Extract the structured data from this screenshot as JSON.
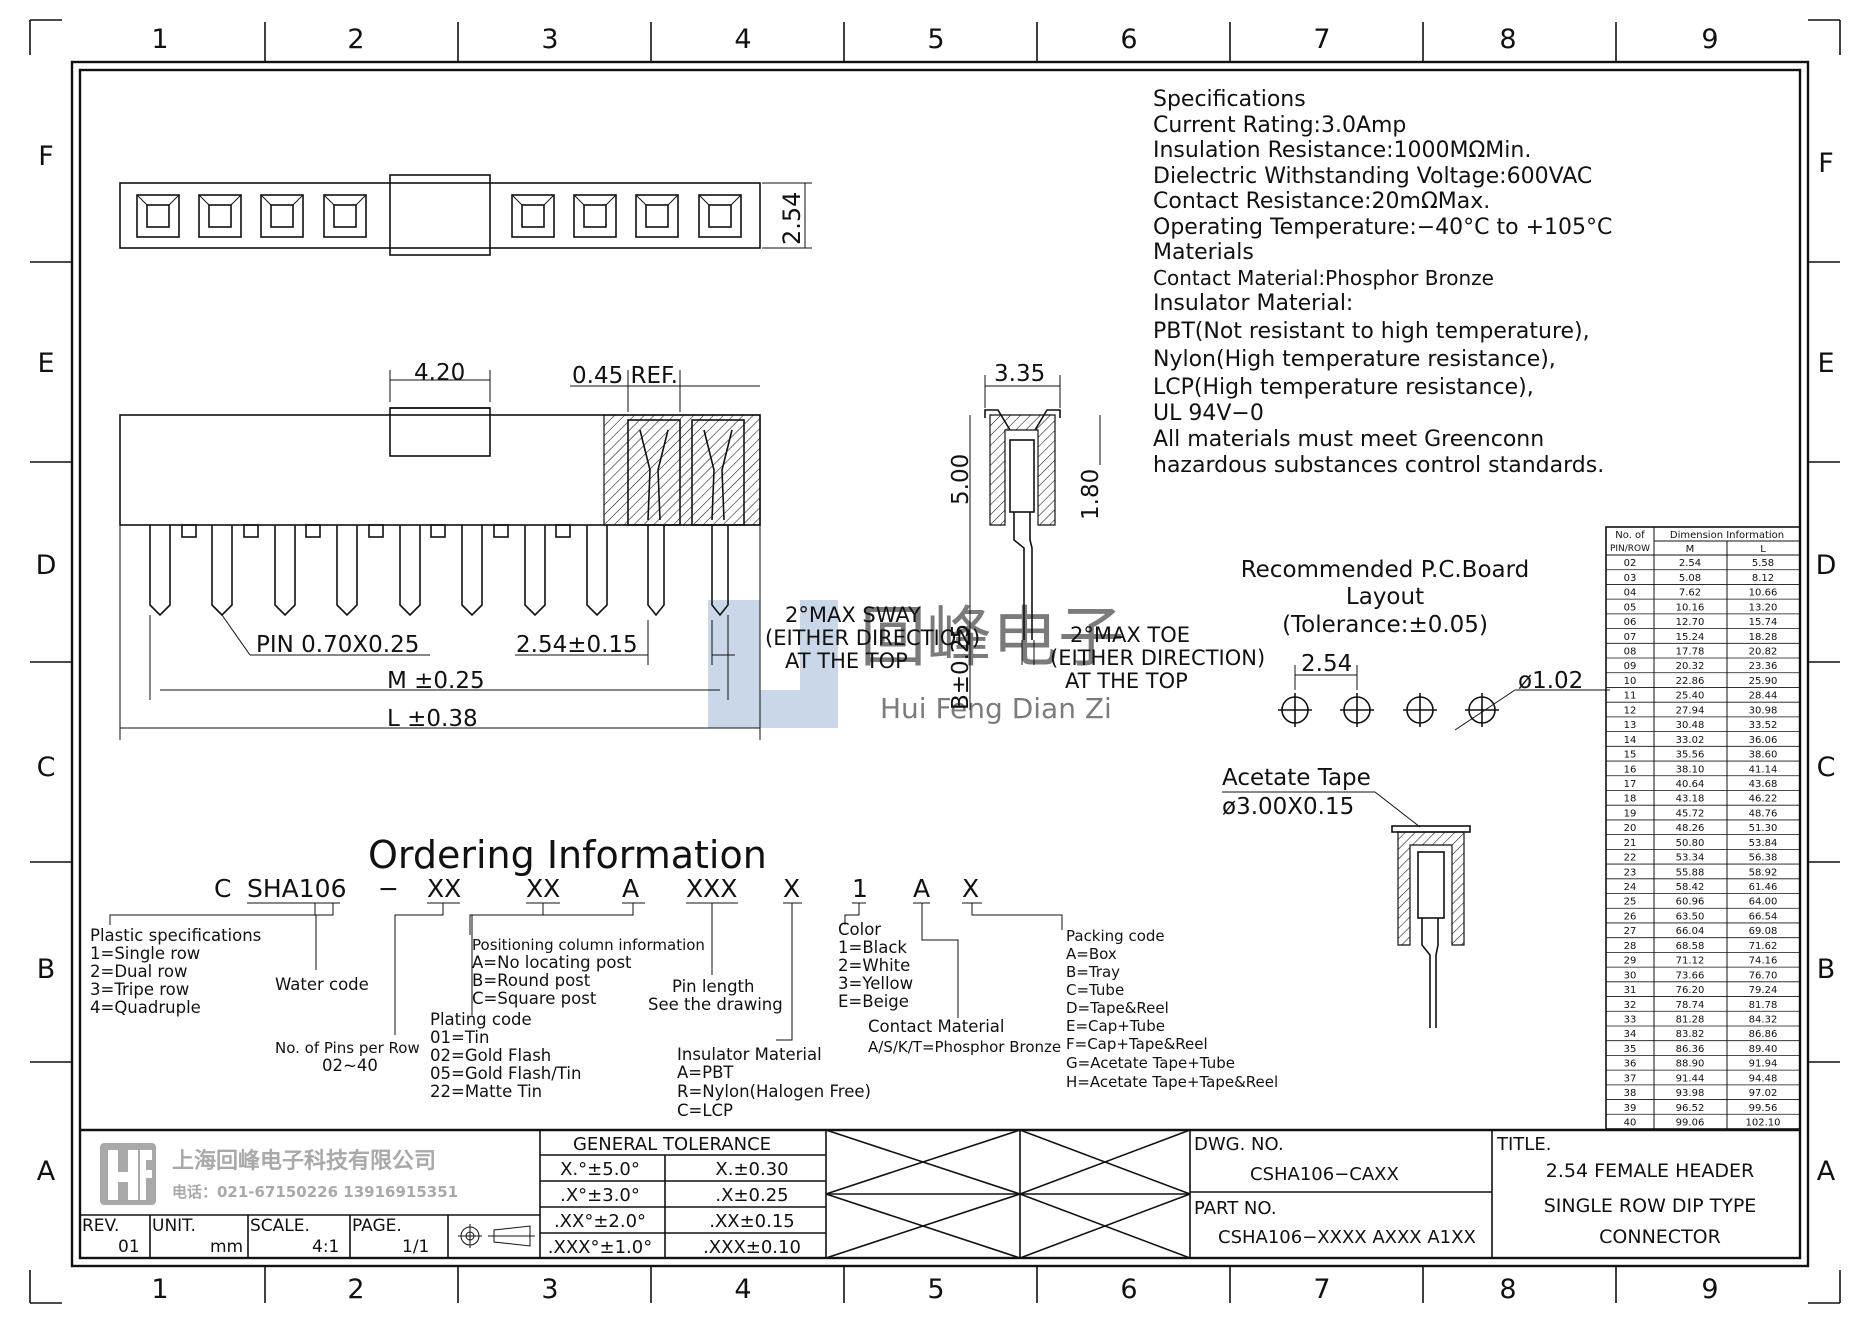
{
  "grid": {
    "columns": [
      "1",
      "2",
      "3",
      "4",
      "5",
      "6",
      "7",
      "8",
      "9"
    ],
    "rows": [
      "F",
      "E",
      "D",
      "C",
      "B",
      "A"
    ]
  },
  "specifications": [
    "Specifications",
    "Current  Rating:3.0Amp",
    "Insulation  Resistance:1000MΩMin.",
    "Dielectric  Withstanding  Voltage:600VAC",
    "Contact  Resistance:20mΩMax.",
    "Operating  Temperature:−40°C  to  +105°C",
    "Materials",
    "Contact  Material:Phosphor  Bronze",
    "Insulator  Material:",
    "PBT(Not  resistant  to  high  temperature),",
    "Nylon(High  temperature  resistance),",
    "LCP(High  temperature  resistance),",
    "UL  94V−0",
    "All  materials  must  meet  Greenconn",
    "hazardous  substances  control  standards."
  ],
  "dims": {
    "pitch_top": "2.54",
    "width_420": "4.20",
    "ref_045": "0.45  REF.",
    "pin": "PIN  0.70X0.25",
    "pitch_tol": "2.54±0.15",
    "m_tol": "M  ±0.25",
    "l_tol": "L  ±0.38",
    "side_335": "3.35",
    "side_500": "5.00",
    "side_180": "1.80",
    "side_b": "B±0.25",
    "sway_1": "2°MAX  SWAY",
    "sway_2": "(EITHER  DIRECTION)",
    "sway_3": "AT  THE  TOP",
    "toe_1": "2°MAX  TOE",
    "toe_2": "(EITHER  DIRECTION)",
    "toe_3": "AT  THE  TOP"
  },
  "pcb": {
    "title_1": "Recommended  P.C.Board",
    "title_2": "Layout",
    "title_3": "(Tolerance:±0.05)",
    "pitch": "2.54",
    "hole": "ø1.02"
  },
  "tape": {
    "label": "Acetate  Tape",
    "size": "ø3.00X0.15"
  },
  "ordering": {
    "title": "Ordering  Information",
    "code": [
      "C",
      "SHA106",
      "−",
      "XX",
      "XX",
      "A",
      "XXX",
      "X",
      "1",
      "A",
      "X"
    ],
    "plastic": [
      "Plastic  specifications",
      "1=Single  row",
      "2=Dual  row",
      "3=Tripe  row",
      "4=Quadruple"
    ],
    "water": "Water  code",
    "pins": [
      "No.  of  Pins  per  Row",
      "02~40"
    ],
    "plating": [
      "Plating  code",
      "01=Tin",
      "02=Gold  Flash",
      "05=Gold  Flash/Tin",
      "22=Matte  Tin"
    ],
    "positioning": [
      "Positioning  column  information",
      "A=No  locating  post",
      "B=Round  post",
      "C=Square  post"
    ],
    "pinlen": [
      "Pin  length",
      "See  the  drawing"
    ],
    "insulator": [
      "Insulator  Material",
      "A=PBT",
      "R=Nylon(Halogen  Free)",
      "C=LCP"
    ],
    "color": [
      "Color",
      "1=Black",
      "2=White",
      "3=Yellow",
      "E=Beige"
    ],
    "contact": [
      "Contact  Material",
      "A/S/K/T=Phosphor  Bronze"
    ],
    "packing": [
      "Packing  code",
      "A=Box",
      "B=Tray",
      "C=Tube",
      "D=Tape&Reel",
      "E=Cap+Tube",
      "F=Cap+Tape&Reel",
      "G=Acetate  Tape+Tube",
      "H=Acetate  Tape+Tape&Reel"
    ]
  },
  "dim_table": {
    "header_1": "No.  of",
    "header_2": "PIN/ROW",
    "header_dim": "Dimension  Information",
    "col_m": "M",
    "col_l": "L",
    "rows": [
      [
        "02",
        "2.54",
        "5.58"
      ],
      [
        "03",
        "5.08",
        "8.12"
      ],
      [
        "04",
        "7.62",
        "10.66"
      ],
      [
        "05",
        "10.16",
        "13.20"
      ],
      [
        "06",
        "12.70",
        "15.74"
      ],
      [
        "07",
        "15.24",
        "18.28"
      ],
      [
        "08",
        "17.78",
        "20.82"
      ],
      [
        "09",
        "20.32",
        "23.36"
      ],
      [
        "10",
        "22.86",
        "25.90"
      ],
      [
        "11",
        "25.40",
        "28.44"
      ],
      [
        "12",
        "27.94",
        "30.98"
      ],
      [
        "13",
        "30.48",
        "33.52"
      ],
      [
        "14",
        "33.02",
        "36.06"
      ],
      [
        "15",
        "35.56",
        "38.60"
      ],
      [
        "16",
        "38.10",
        "41.14"
      ],
      [
        "17",
        "40.64",
        "43.68"
      ],
      [
        "18",
        "43.18",
        "46.22"
      ],
      [
        "19",
        "45.72",
        "48.76"
      ],
      [
        "20",
        "48.26",
        "51.30"
      ],
      [
        "21",
        "50.80",
        "53.84"
      ],
      [
        "22",
        "53.34",
        "56.38"
      ],
      [
        "23",
        "55.88",
        "58.92"
      ],
      [
        "24",
        "58.42",
        "61.46"
      ],
      [
        "25",
        "60.96",
        "64.00"
      ],
      [
        "26",
        "63.50",
        "66.54"
      ],
      [
        "27",
        "66.04",
        "69.08"
      ],
      [
        "28",
        "68.58",
        "71.62"
      ],
      [
        "29",
        "71.12",
        "74.16"
      ],
      [
        "30",
        "73.66",
        "76.70"
      ],
      [
        "31",
        "76.20",
        "79.24"
      ],
      [
        "32",
        "78.74",
        "81.78"
      ],
      [
        "33",
        "81.28",
        "84.32"
      ],
      [
        "34",
        "83.82",
        "86.86"
      ],
      [
        "35",
        "86.36",
        "89.40"
      ],
      [
        "36",
        "88.90",
        "91.94"
      ],
      [
        "37",
        "91.44",
        "94.48"
      ],
      [
        "38",
        "93.98",
        "97.02"
      ],
      [
        "39",
        "96.52",
        "99.56"
      ],
      [
        "40",
        "99.06",
        "102.10"
      ]
    ]
  },
  "watermark": {
    "cn": "回峰电子",
    "en": "Hui Feng Dian Zi"
  },
  "title_block": {
    "company_cn": "上海回峰电子科技有限公司",
    "phone": "电话：021-67150226  13916915351",
    "rev_label": "REV.",
    "rev": "01",
    "unit_label": "UNIT.",
    "unit": "mm",
    "scale_label": "SCALE.",
    "scale": "4:1",
    "page_label": "PAGE.",
    "page": "1/1",
    "tol_title": "GENERAL  TOLERANCE",
    "tol_rows": [
      [
        "X.°±5.0°",
        "X.±0.30"
      ],
      [
        ".X°±3.0°",
        ".X±0.25"
      ],
      [
        ".XX°±2.0°",
        ".XX±0.15"
      ],
      [
        ".XXX°±1.0°",
        ".XXX±0.10"
      ]
    ],
    "dwg_label": "DWG.  NO.",
    "dwg_no": "CSHA106−CAXX",
    "part_label": "PART  NO.",
    "part_no": "CSHA106−XXXX  AXXX  A1XX",
    "title_label": "TITLE.",
    "title_1": "2.54  FEMALE  HEADER",
    "title_2": "SINGLE  ROW  DIP  TYPE",
    "title_3": "CONNECTOR"
  }
}
